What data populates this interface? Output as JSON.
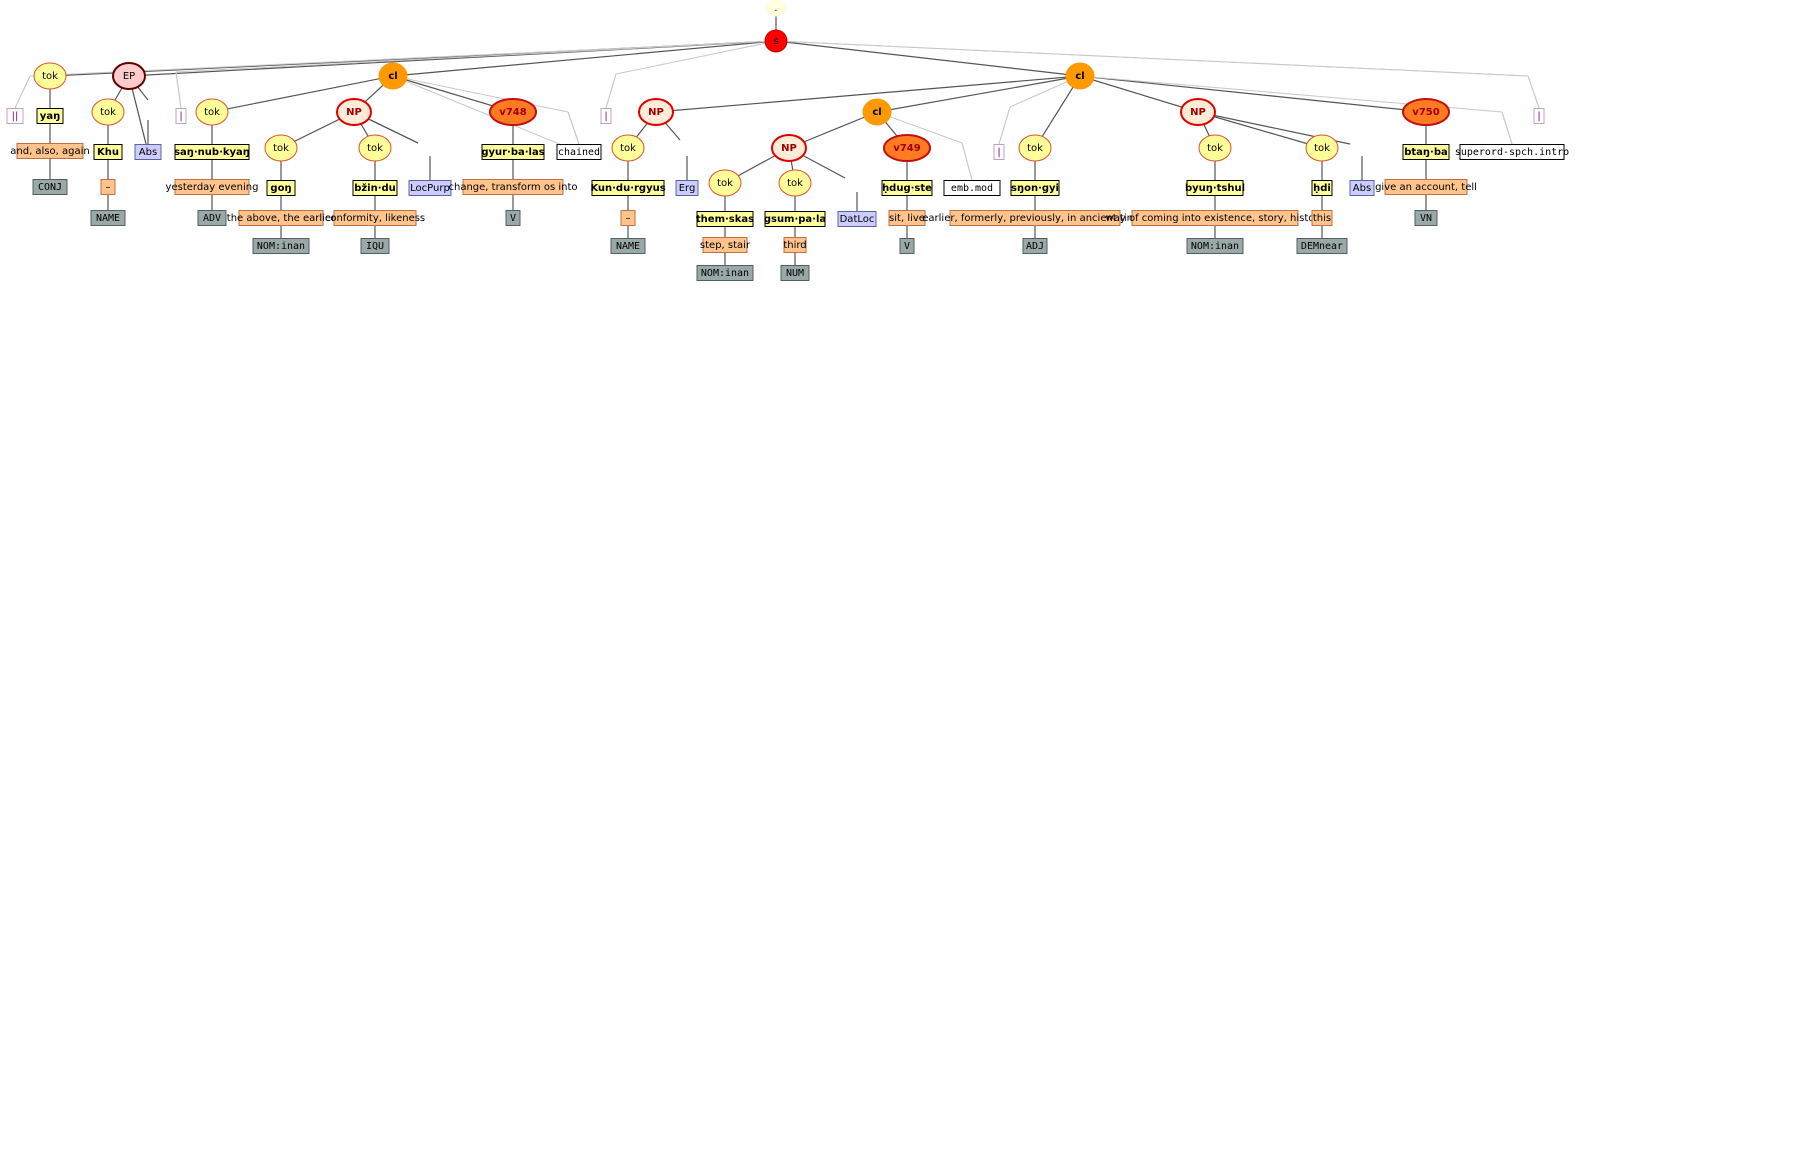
{
  "colors": {
    "tok_fill": "#ffff99",
    "tok_stroke": "#e05030",
    "np_fill": "#ffecd8",
    "np_stroke": "#e00000",
    "cl_fill": "#ff9900",
    "v_fill": "#ff7b22",
    "v_stroke": "#c01010",
    "s_fill": "#ff0000",
    "ep_fill": "#ffcccc",
    "ep_stroke": "#600000",
    "root_fill": "#ffffdd",
    "word_fill": "#ffff99",
    "gloss_fill": "#ffc48c",
    "gloss_stroke": "#c07040",
    "pos_fill": "#9aa8a8",
    "pos_stroke": "#506060",
    "case_fill": "#ccccff",
    "case_stroke": "#6060a0",
    "punct_stroke": "#c0a0c0",
    "punct_text": "#800080",
    "plain_stroke": "#000000",
    "edge": "#555555",
    "edge_light": "#c8c8c8"
  },
  "labels": {
    "root": ".",
    "s": "s",
    "tok": "tok",
    "EP": "EP",
    "cl": "cl",
    "NP": "NP",
    "v748": "v748",
    "v749": "v749",
    "v750": "v750"
  },
  "leaves": {
    "punct_double": "||",
    "punct_single": "|",
    "yan": "yaŋ",
    "yan_gloss": "and, also, again",
    "yan_pos": "CONJ",
    "khu": "Khu",
    "khu_gloss": "–",
    "khu_pos": "NAME",
    "abs1": "Abs",
    "sannub": "saŋ·nub·kyaŋ",
    "sannub_gloss": "yesterday evening",
    "sannub_pos": "ADV",
    "gon": "goŋ",
    "gon_gloss": "the above, the earlier",
    "gon_pos": "NOM:inan",
    "bzin": "bžin·du",
    "bzin_gloss": "conformity, likeness",
    "bzin_pos": "IQU",
    "locpurp": "LocPurp",
    "gyur": "gyur·ba·las",
    "gyur_gloss": "change, transform os into",
    "gyur_pos": "V",
    "chained": "chained",
    "kun": "Kun·du·rgyus",
    "kun_gloss": "–",
    "kun_pos": "NAME",
    "erg": "Erg",
    "them": "them·skas",
    "them_gloss": "step, stair",
    "them_pos": "NOM:inan",
    "gsum": "gsum·pa·la",
    "gsum_gloss": "third",
    "gsum_pos": "NUM",
    "datloc": "DatLoc",
    "hdug": "ḥdug·ste",
    "hdug_gloss": "sit, live",
    "hdug_pos": "V",
    "embmod": "emb.mod",
    "snon": "sŋon·gyi",
    "snon_gloss": "earlier, formerly, previously, in ancient times",
    "snon_pos": "ADJ",
    "byun": "byuŋ·tshul",
    "byun_gloss": "way of coming into existence, story, history",
    "byun_pos": "NOM:inan",
    "hdi": "ḥdi",
    "hdi_gloss": "this",
    "hdi_pos": "DEMnear",
    "abs2": "Abs",
    "btan": "btaŋ·ba",
    "btan_gloss": "give an account, tell",
    "btan_pos": "VN",
    "superord": "superord-spch.intro"
  }
}
